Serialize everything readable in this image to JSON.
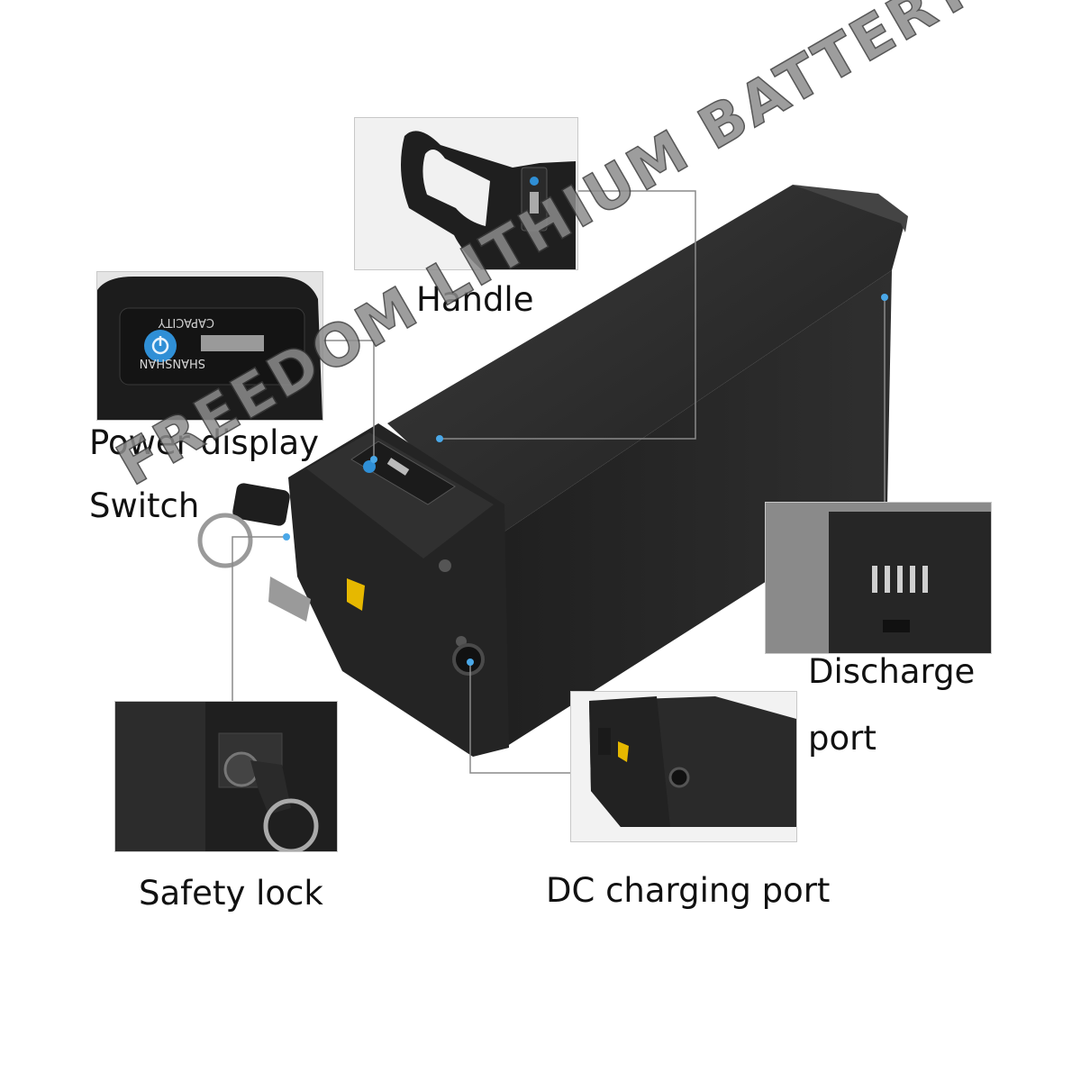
{
  "labels": {
    "handle": "Handle",
    "power_display": "Power display",
    "switch": "Switch",
    "discharge_port_line1": "Discharge",
    "discharge_port_line2": "port",
    "safety_lock": "Safety lock",
    "dc_charging_port": "DC charging port"
  },
  "device_text": {
    "capacity": "CAPACITY",
    "brand": "SHANSHAN"
  },
  "watermark": "FREEDOM LITHIUM BATTERY",
  "colors": {
    "battery_body": "#2a2a2a",
    "battery_highlight": "#3c3c3c",
    "leader_line": "#8a8a8a",
    "leader_dot": "#4aa8e8",
    "power_button": "#2f8fd6",
    "latch_yellow": "#e6b800"
  }
}
